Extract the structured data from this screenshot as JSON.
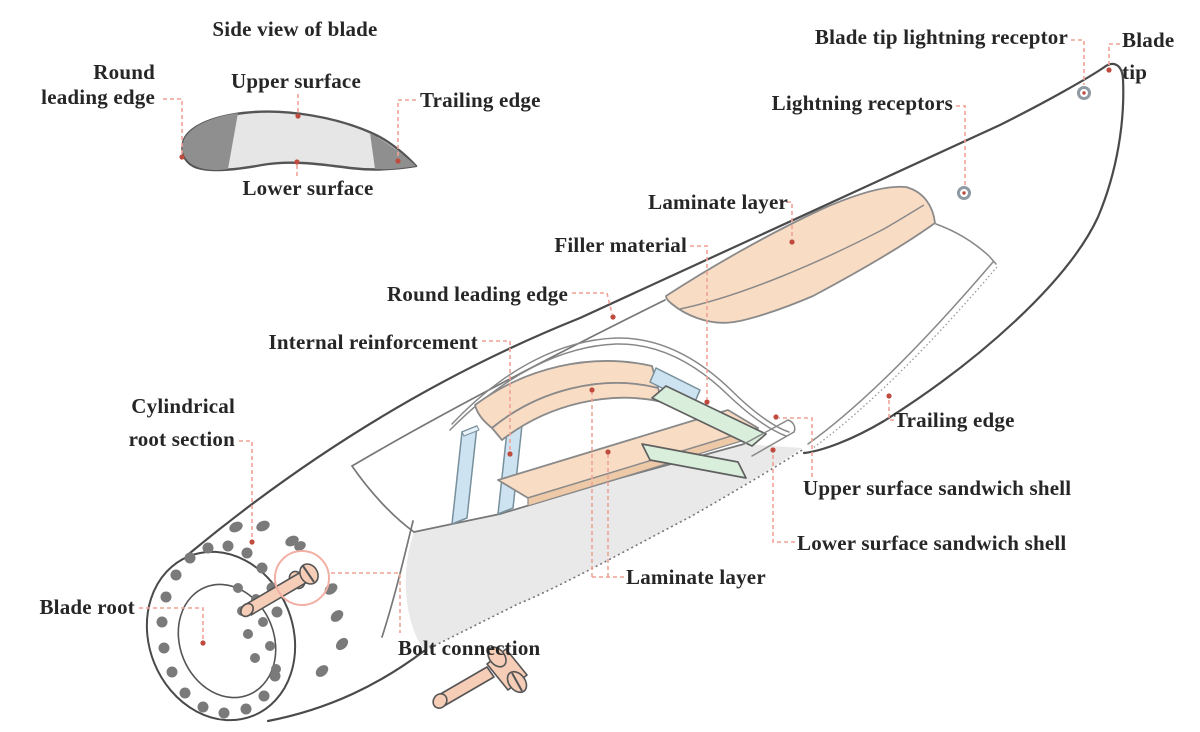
{
  "side_view": {
    "title": "Side view of blade",
    "round_leading_edge_line1": "Round",
    "round_leading_edge_line2": "leading edge",
    "upper_surface": "Upper surface",
    "trailing_edge": "Trailing edge",
    "lower_surface": "Lower surface"
  },
  "main_view": {
    "blade_tip_lightning_receptor": "Blade tip lightning receptor",
    "blade_tip_line1": "Blade",
    "blade_tip_line2": "tip",
    "lightning_receptors": "Lightning receptors",
    "laminate_layer_upper": "Laminate layer",
    "filler_material": "Filler material",
    "round_leading_edge": "Round leading edge",
    "internal_reinforcement": "Internal reinforcement",
    "trailing_edge": "Trailing edge",
    "upper_surface_sandwich_shell": "Upper surface sandwich shell",
    "lower_surface_sandwich_shell": "Lower surface sandwich shell",
    "cylindrical_root_section_line1": "Cylindrical",
    "cylindrical_root_section_line2": "root section",
    "blade_root": "Blade root",
    "laminate_layer_lower": "Laminate layer",
    "bolt_connection": "Bolt connection"
  },
  "colors": {
    "outline": "#4a4a4a",
    "leader": "#f0a294",
    "leader_dot": "#bf4a3e",
    "laminate": "#f9dcc4",
    "laminate_side": "#edc9a8",
    "filler": "#d9efdb",
    "reinforcement": "#cde3f2",
    "reinforcement_edge": "#e9f3fa",
    "shell_interior": "#e9e9e9",
    "airfoil_fill": "#e6e6e6",
    "airfoil_dark": "#8f8f8f",
    "hole": "#7a7a7a",
    "bolt": "#f6cdb6",
    "highlight_ring": "#f2b0a4",
    "label_text": "#262626",
    "part_edge": "#8a8a8a"
  }
}
